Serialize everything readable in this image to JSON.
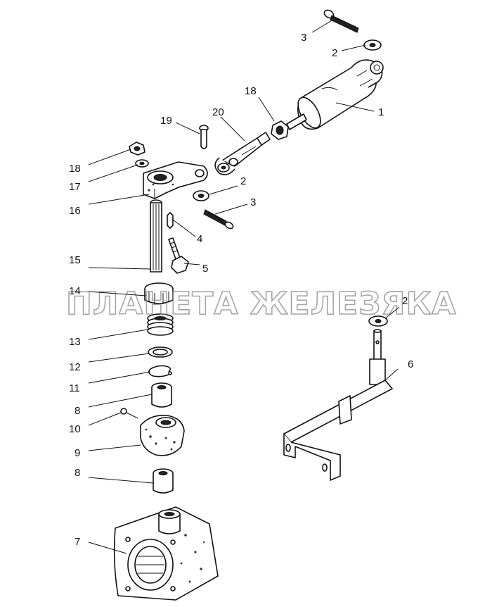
{
  "watermark": "ПЛАНЕТА ЖЕЛЕЗЯКА",
  "callouts": [
    "3",
    "2",
    "18",
    "1",
    "19",
    "20",
    "18",
    "17",
    "2",
    "3",
    "16",
    "4",
    "5",
    "15",
    "14",
    "2",
    "13",
    "12",
    "6",
    "11",
    "8",
    "10",
    "9",
    "8",
    "7"
  ]
}
